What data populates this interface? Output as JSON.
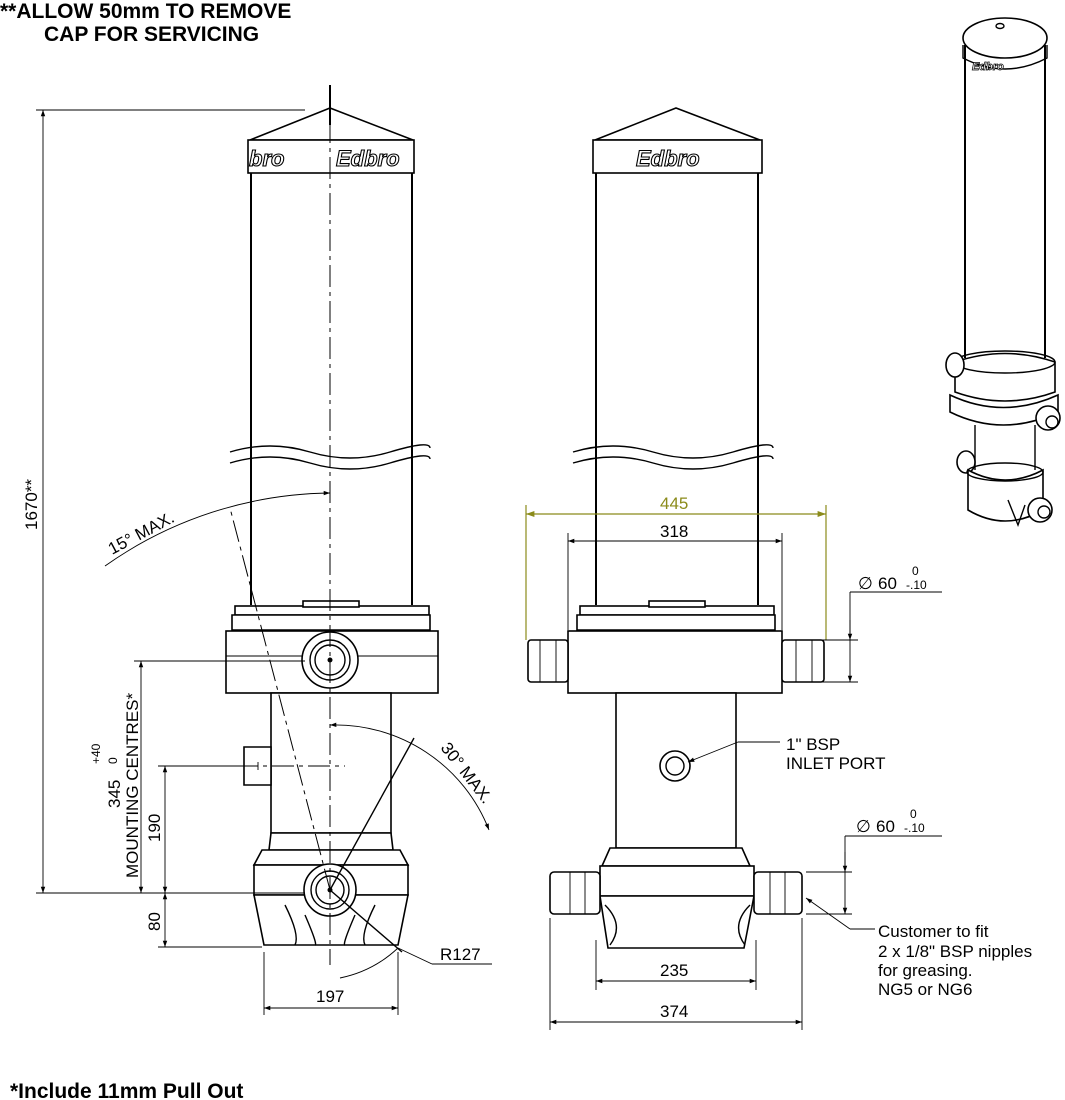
{
  "notes": {
    "top_line1": "**ALLOW 50mm TO REMOVE",
    "top_line2": "CAP FOR SERVICING",
    "bottom": "*Include 11mm Pull Out"
  },
  "brand": {
    "logo_text": "Edbro",
    "logo_text_partial": "bro"
  },
  "dimensions": {
    "overall_height": "1670**",
    "tilt_front": "15° MAX.",
    "tilt_side": "30° MAX.",
    "mounting_main": "345",
    "mounting_tol_upper": "+40",
    "mounting_tol_lower": "0",
    "mounting_label": "MOUNTING CENTRES*",
    "d190": "190",
    "d80": "80",
    "d197": "197",
    "radius": "R127",
    "w445": "445",
    "w318": "318",
    "w235": "235",
    "w374": "374",
    "dia_top": "60",
    "dia_top_tol_upper": "0",
    "dia_top_tol_lower": "-.10",
    "dia_bottom": "60",
    "dia_bottom_tol_upper": "0",
    "dia_bottom_tol_lower": "-.10",
    "diameter_symbol": "∅"
  },
  "callouts": {
    "inlet_line1": "1\" BSP",
    "inlet_line2": "INLET PORT",
    "grease_line1": "Customer to fit",
    "grease_line2": "2 x 1/8\" BSP nipples",
    "grease_line3": "for greasing.",
    "grease_line4": "NG5 or NG6"
  },
  "colors": {
    "line": "#000000",
    "highlight_dimension": "#8b8b1a"
  }
}
